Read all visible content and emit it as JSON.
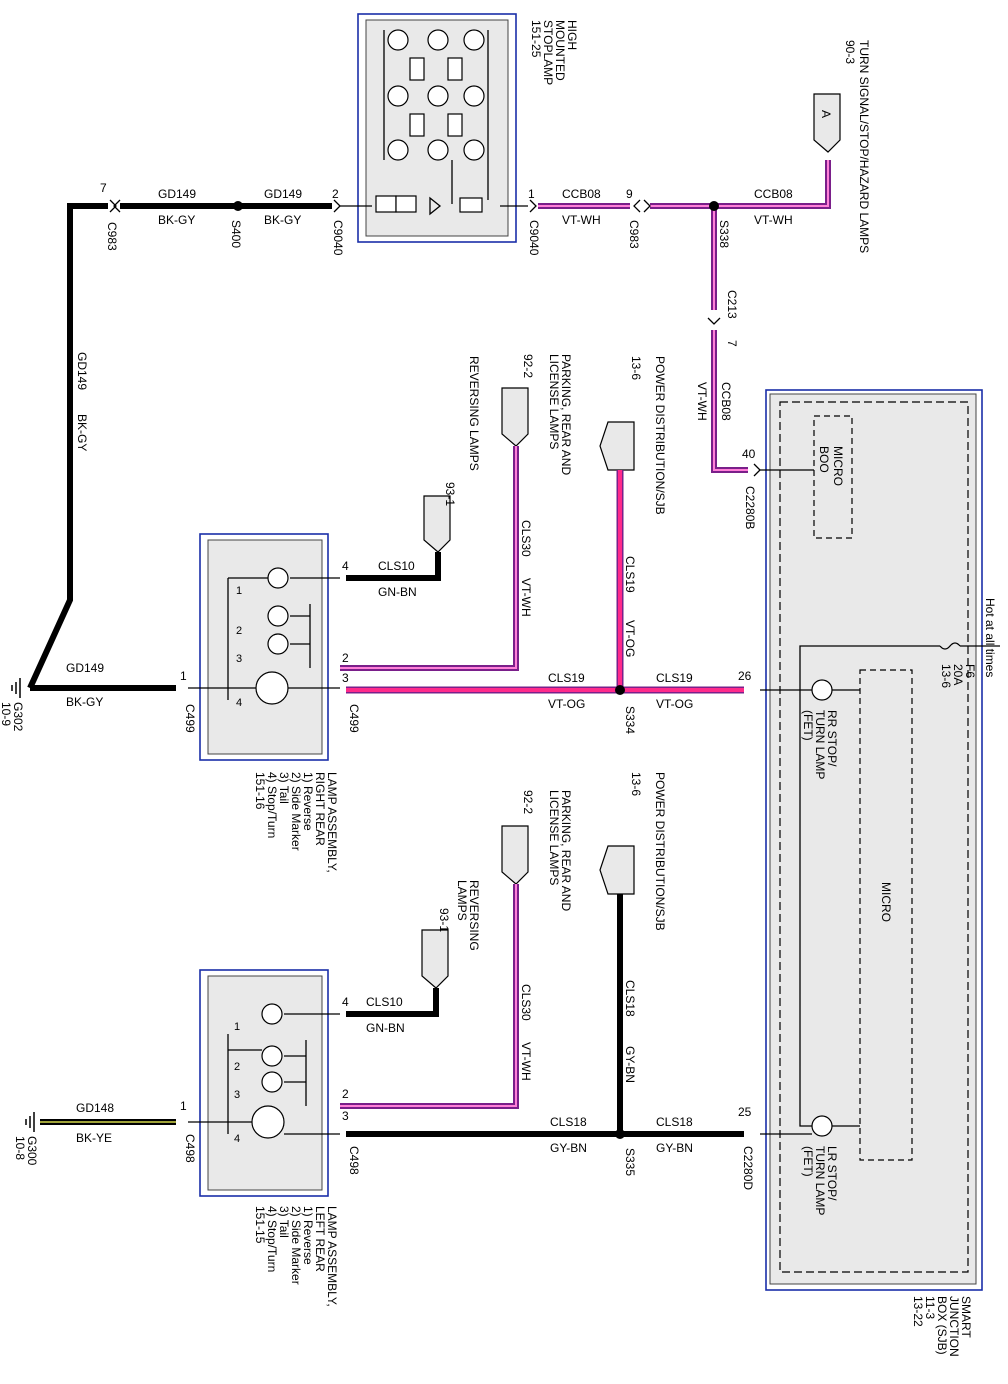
{
  "turn_signal": {
    "title": "TURN SIGNAL/STOP/HAZARD LAMPS",
    "ref": "90-3",
    "tag": "A"
  },
  "hmsl": {
    "title1": "HIGH",
    "title2": "MOUNTED",
    "title3": "STOPLAMP",
    "ref": "151-25"
  },
  "top_wires": {
    "c983_pin": "7",
    "c983": "C983",
    "gd149_a": "GD149",
    "bkgy_a": "BK-GY",
    "s400": "S400",
    "gd149_b": "GD149",
    "bkgy_b": "BK-GY",
    "c9040_pin2": "2",
    "c9040_left": "C9040",
    "c9040_pin1": "1",
    "c9040_right": "C9040",
    "ccb08_a": "CCB08",
    "vtwh_a": "VT-WH",
    "c983b_pin": "9",
    "c983b": "C983",
    "s338": "S338",
    "ccb08_b": "CCB08",
    "vtwh_b": "VT-WH",
    "c213": "C213",
    "c213_pin": "7",
    "ccb08_c": "CCB08",
    "vtwh_c": "VT-WH",
    "c2280b_pin": "40",
    "c2280b": "C2280B"
  },
  "gd149_vertical": {
    "circuit": "GD149",
    "color": "BK-GY"
  },
  "pd_top": {
    "title": "POWER DISTRIBUTION/SJB",
    "ref": "13-6",
    "circuit": "CLS19",
    "color": "VT-OG"
  },
  "park_top": {
    "title1": "PARKING, REAR AND",
    "title2": "LICENSE LAMPS",
    "ref": "92-2",
    "circuit": "CLS30",
    "color": "VT-WH"
  },
  "rev_top": {
    "title": "REVERSING LAMPS",
    "ref": "93-1",
    "circuit": "CLS10",
    "color": "GN-BN"
  },
  "right_lamp": {
    "pin4": "4",
    "pin2": "2",
    "pin3": "3",
    "pin1": "1",
    "c499_right": "C499",
    "c499_left": "C499",
    "gd149": "GD149",
    "bkgy": "BK-GY",
    "title1": "LAMP ASSEMBLY,",
    "title2": "RIGHT REAR",
    "l1": "1) Reverse",
    "l2": "2) Side Marker",
    "l3": "3) Tail",
    "l4": "4) Stop/Turn",
    "ref": "151-16",
    "inner": [
      "1",
      "2",
      "3",
      "4"
    ]
  },
  "g302": {
    "name": "G302",
    "ref": "10-9"
  },
  "cls19_run": {
    "c_a": "CLS19",
    "col_a": "VT-OG",
    "s334": "S334",
    "c_b": "CLS19",
    "col_b": "VT-OG",
    "pin": "26"
  },
  "sjb": {
    "hot": "Hot at all times",
    "fuse": "F6",
    "amp": "20A",
    "fuse_ref": "13-6",
    "micro_boo1": "MICRO",
    "micro_boo2": "BOO",
    "micro": "MICRO",
    "rr1": "RR STOP/",
    "rr2": "TURN LAMP",
    "rr3": "(FET)",
    "lr1": "LR STOP/",
    "lr2": "TURN LAMP",
    "lr3": "(FET)",
    "title1": "SMART",
    "title2": "JUNCTION",
    "title3": "BOX (SJB)",
    "ref1": "11-3",
    "ref2": "13-22"
  },
  "pd_bot": {
    "title": "POWER DISTRIBUTION/SJB",
    "ref": "13-6",
    "circuit": "CLS18",
    "color": "GY-BN"
  },
  "park_bot": {
    "title1": "PARKING, REAR AND",
    "title2": "LICENSE LAMPS",
    "ref": "92-2",
    "circuit": "CLS30",
    "color": "VT-WH"
  },
  "rev_bot": {
    "title1": "REVERSING",
    "title2": "LAMPS",
    "ref": "93-1",
    "circuit": "CLS10",
    "color": "GN-BN"
  },
  "left_lamp": {
    "pin4": "4",
    "pin2": "2",
    "pin3": "3",
    "pin1": "1",
    "c498_right": "C498",
    "c498_left": "C498",
    "gd148": "GD148",
    "bkye": "BK-YE",
    "title1": "LAMP ASSEMBLY,",
    "title2": "LEFT REAR",
    "l1": "1) Reverse",
    "l2": "2) Side Marker",
    "l3": "3) Tail",
    "l4": "4) Stop/Turn",
    "ref": "151-15",
    "inner": [
      "1",
      "2",
      "3",
      "4"
    ]
  },
  "g300": {
    "name": "G300",
    "ref": "10-8"
  },
  "cls18_run": {
    "c_a": "CLS18",
    "col_a": "GY-BN",
    "s335": "S335",
    "c_b": "CLS18",
    "col_b": "GY-BN",
    "pin": "25",
    "conn": "C2280D"
  },
  "colors": {
    "wire_violet": "#7a1f8a",
    "wire_pink": "#ff2a8a",
    "box_blue": "#1a2fa8"
  }
}
